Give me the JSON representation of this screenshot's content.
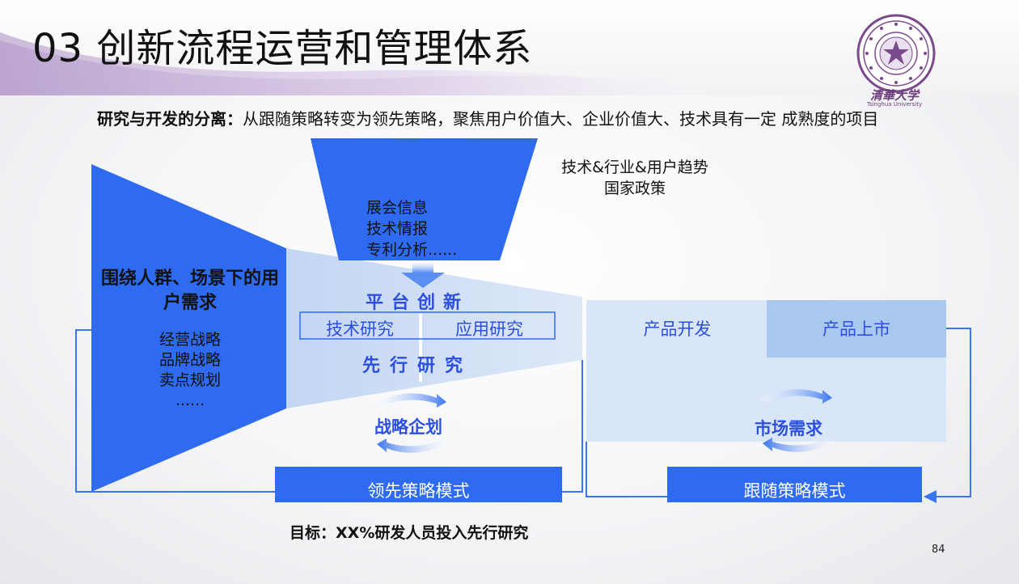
{
  "title": "03 创新流程运营和管理体系",
  "intro": {
    "lead": "研究与开发的分离：",
    "text": "从跟随策略转变为领先策略，聚焦用户价值大、企业价值大、技术具有一定 成熟度的项目"
  },
  "trends": [
    "技术&行业&用户趋势",
    "国家政策"
  ],
  "input_funnel": [
    "展会信息",
    "技术情报",
    "专利分析......"
  ],
  "left_block": {
    "heading": "围绕人群、场景下的用户需求",
    "items": [
      "经营战略",
      "品牌战略",
      "卖点规划",
      "......"
    ]
  },
  "middle": {
    "platform": "平台创新",
    "tech_research": "技术研究",
    "app_research": "应用研究",
    "advance_research": "先行研究",
    "strategy_planning": "战略企划",
    "lead_mode": "领先策略模式"
  },
  "right": {
    "product_dev": "产品开发",
    "product_launch": "产品上市",
    "market_demand": "市场需求",
    "follow_mode": "跟随策略模式"
  },
  "goal": {
    "prefix": "目标：",
    "highlight": "XX%",
    "suffix": "研发人员投入先行研究"
  },
  "logo": {
    "name": "清華大学",
    "subtitle": "Tsinghua University"
  },
  "page_number": "84",
  "colors": {
    "primary_blue": "#2f6bf0",
    "light_blue": "#cfe0f7",
    "mid_blue": "#a9c8ef",
    "accent_purple": "#a98bc4"
  }
}
